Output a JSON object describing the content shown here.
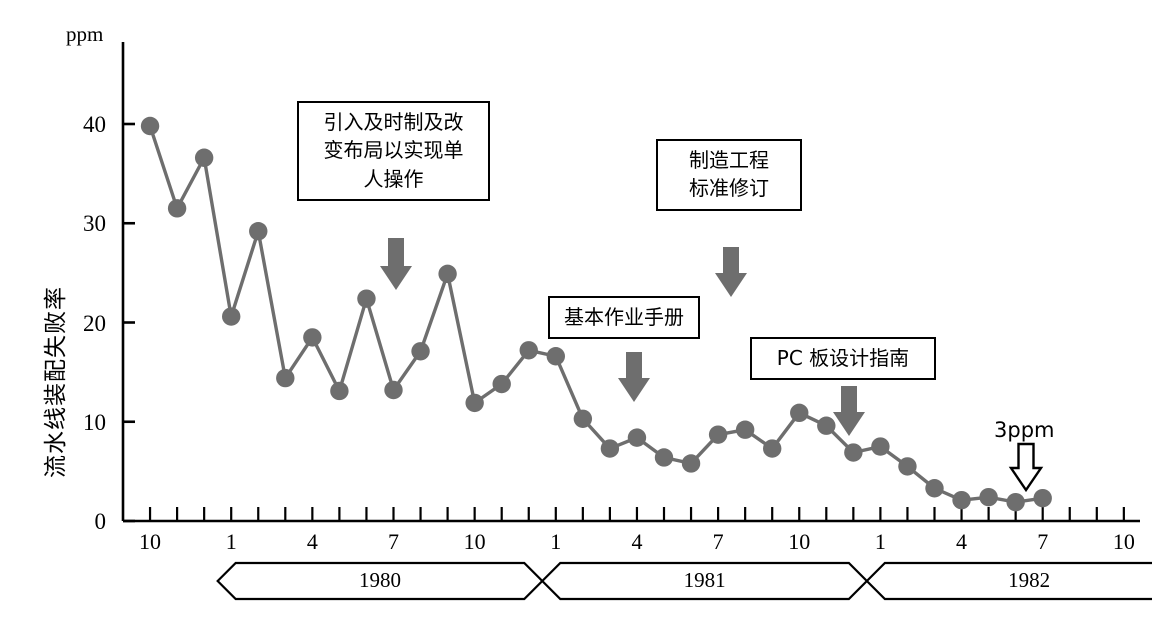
{
  "chart_data": {
    "type": "line",
    "title": "",
    "xlabel": "",
    "ylabel": "流水线装配失败率",
    "yunit": "ppm",
    "ylim": [
      0,
      45
    ],
    "yticks": [
      0,
      10,
      20,
      30,
      40
    ],
    "grid": false,
    "legend": "none",
    "x_tick_labels": [
      "10",
      "1",
      "4",
      "7",
      "10",
      "1",
      "4",
      "7",
      "10",
      "1",
      "4",
      "7",
      "10"
    ],
    "x_tick_months": [
      10,
      1,
      4,
      7,
      10,
      1,
      4,
      7,
      10,
      1,
      4,
      7,
      10
    ],
    "x_axis_start_month": "1979-10",
    "x_axis_end_month": "1982-10",
    "year_bands": [
      {
        "label": "1980",
        "start_month": "1980-01",
        "end_month": "1980-12"
      },
      {
        "label": "1981",
        "start_month": "1981-01",
        "end_month": "1981-12"
      },
      {
        "label": "1982",
        "start_month": "1982-01",
        "end_month": "1982-12"
      }
    ],
    "x": [
      "1979-10",
      "1979-11",
      "1979-12",
      "1980-01",
      "1980-02",
      "1980-03",
      "1980-04",
      "1980-05",
      "1980-06",
      "1980-07",
      "1980-08",
      "1980-09",
      "1980-10",
      "1980-11",
      "1980-12",
      "1981-01",
      "1981-02",
      "1981-03",
      "1981-04",
      "1981-05",
      "1981-06",
      "1981-07",
      "1981-08",
      "1981-09",
      "1981-10",
      "1981-11",
      "1981-12",
      "1982-01",
      "1982-02",
      "1982-03",
      "1982-04",
      "1982-05",
      "1982-06",
      "1982-07"
    ],
    "values": [
      39.8,
      31.5,
      36.6,
      20.6,
      29.2,
      14.4,
      18.5,
      13.1,
      22.4,
      13.2,
      17.1,
      24.9,
      11.9,
      13.8,
      17.2,
      16.6,
      10.3,
      7.3,
      8.4,
      6.4,
      5.8,
      8.7,
      9.2,
      7.3,
      10.9,
      9.6,
      6.9,
      7.5,
      5.5,
      3.3,
      2.1,
      2.4,
      1.9,
      2.3
    ],
    "series_name": "流水线装配失败率",
    "marker": "circle",
    "marker_color": "#6E6E6E",
    "line_color": "#6E6E6E",
    "annotations": [
      {
        "id": "jit-layout",
        "lines": [
          "引入及时制及改",
          "变布局以实现单",
          "人操作"
        ],
        "arrow": "solid-down",
        "points_to_month": "1980-07"
      },
      {
        "id": "mfg-standard-revision",
        "lines": [
          "制造工程",
          "标准修订"
        ],
        "arrow": "solid-down",
        "points_to_month": "1981-06"
      },
      {
        "id": "basic-operation-manual",
        "lines": [
          "基本作业手册"
        ],
        "arrow": "solid-down",
        "points_to_month": "1981-04"
      },
      {
        "id": "pc-board-design-guide",
        "lines": [
          "PC 板设计指南"
        ],
        "arrow": "solid-down",
        "points_to_month": "1981-12"
      },
      {
        "id": "target-callout",
        "lines": [
          "3ppm"
        ],
        "arrow": "hollow-down",
        "points_to_month": "1982-07"
      }
    ]
  },
  "colors": {
    "series": "#6E6E6E",
    "axis": "#000000",
    "arrow_solid": "#6E6E6E",
    "arrow_hollow_stroke": "#000000",
    "box_border": "#000000",
    "background": "#FFFFFF"
  },
  "axis": {
    "y_unit": "ppm",
    "y_title": "流水线装配失败率",
    "y_ticks": [
      "40",
      "30",
      "20",
      "10",
      "0"
    ],
    "x_ticks": [
      "10",
      "1",
      "4",
      "7",
      "10",
      "1",
      "4",
      "7",
      "10",
      "1",
      "4",
      "7",
      "10"
    ]
  },
  "year_bands": [
    {
      "label": "1980"
    },
    {
      "label": "1981"
    },
    {
      "label": "1982"
    }
  ],
  "annotation_boxes": {
    "box1": {
      "line1": "引入及时制及改",
      "line2": "变布局以实现单",
      "line3": "人操作"
    },
    "box2": {
      "line1": "制造工程",
      "line2": "标准修订"
    },
    "box3": {
      "line1": "基本作业手册"
    },
    "box4": {
      "line1": "PC 板设计指南"
    },
    "callout": {
      "label": "3ppm"
    }
  }
}
